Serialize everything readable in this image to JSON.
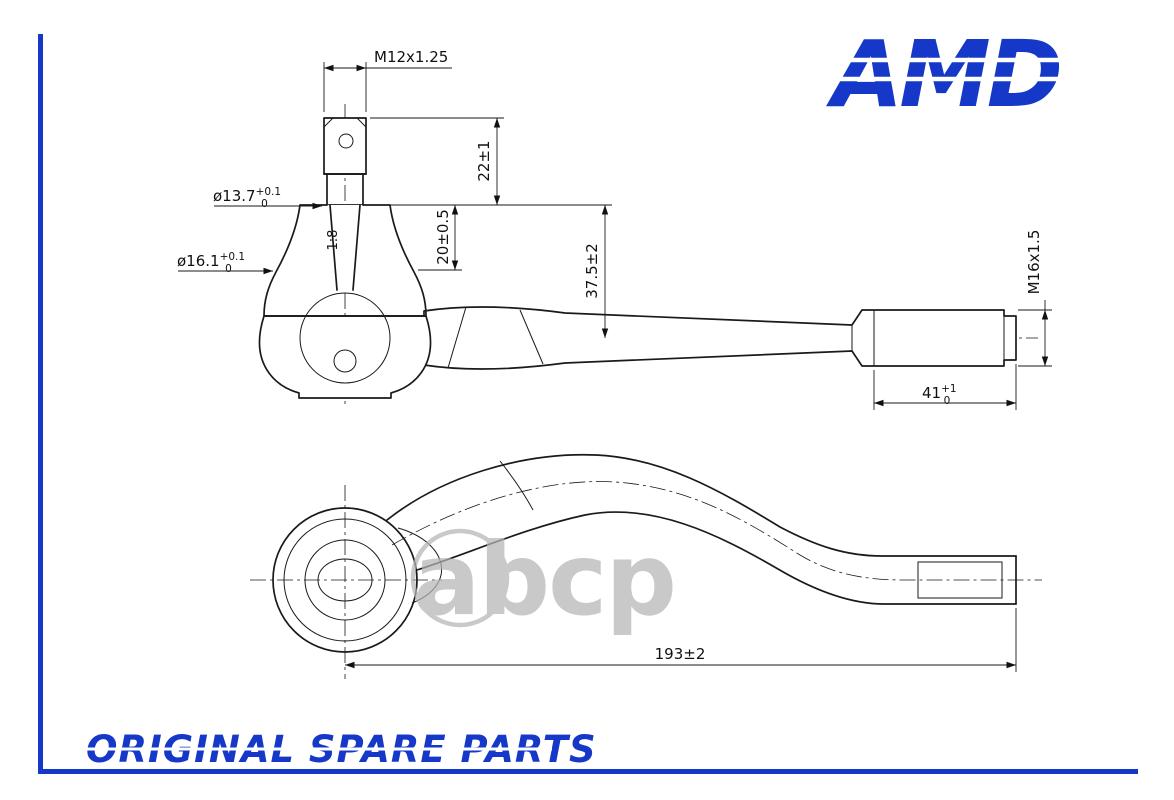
{
  "brand": {
    "logo_text": "AMD",
    "tagline": "ORIGINAL SPARE PARTS",
    "accent_color": "#1638c9"
  },
  "watermark": {
    "text": "abcp"
  },
  "drawing": {
    "part": "tie-rod-end",
    "line_color": "#1a1a1a",
    "watermark_color": "#b5b5b5",
    "dims": {
      "thread_top": "M12x1.25",
      "stud_len": "22±1",
      "boot_h": "20±0.5",
      "center_h": "37.5±2",
      "taper": "1:8",
      "d13_base": "ø13.7",
      "d13_sup": "+0.1",
      "d13_sub": "0",
      "d16_base": "ø16.1",
      "d16_sup": "+0.1",
      "d16_sub": "0",
      "thread_side": "M16x1.5",
      "len41_base": "41",
      "len41_sup": "+1",
      "len41_sub": "0",
      "overall": "193±2"
    }
  }
}
